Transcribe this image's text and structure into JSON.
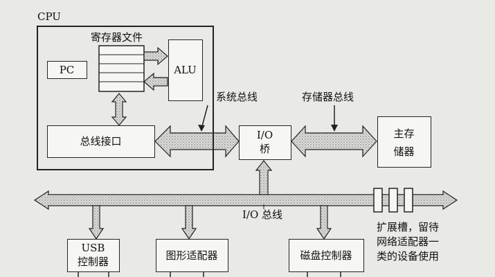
{
  "cpu": {
    "label": "CPU",
    "register_file": "寄存器文件",
    "pc": "PC",
    "alu": "ALU",
    "bus_interface": "总线接口"
  },
  "buses": {
    "system_bus": "系统总线",
    "memory_bus": "存储器总线",
    "io_bus": "I/O 总线"
  },
  "io_bridge": {
    "line1": "I/O",
    "line2": "桥"
  },
  "main_memory": {
    "line1": "主存",
    "line2": "储器"
  },
  "devices": {
    "usb": {
      "line1": "USB",
      "line2": "控制器"
    },
    "graphics": "图形适配器",
    "disk": "磁盘控制器"
  },
  "expansion": {
    "line1": "扩展槽，留待",
    "line2": "网络适配器一",
    "line3": "类的设备使用"
  },
  "colors": {
    "background": "#e9e9e6",
    "box_fill": "#f6f6f3",
    "arrow_fill": "#d6d6d2",
    "stroke": "#222222"
  }
}
